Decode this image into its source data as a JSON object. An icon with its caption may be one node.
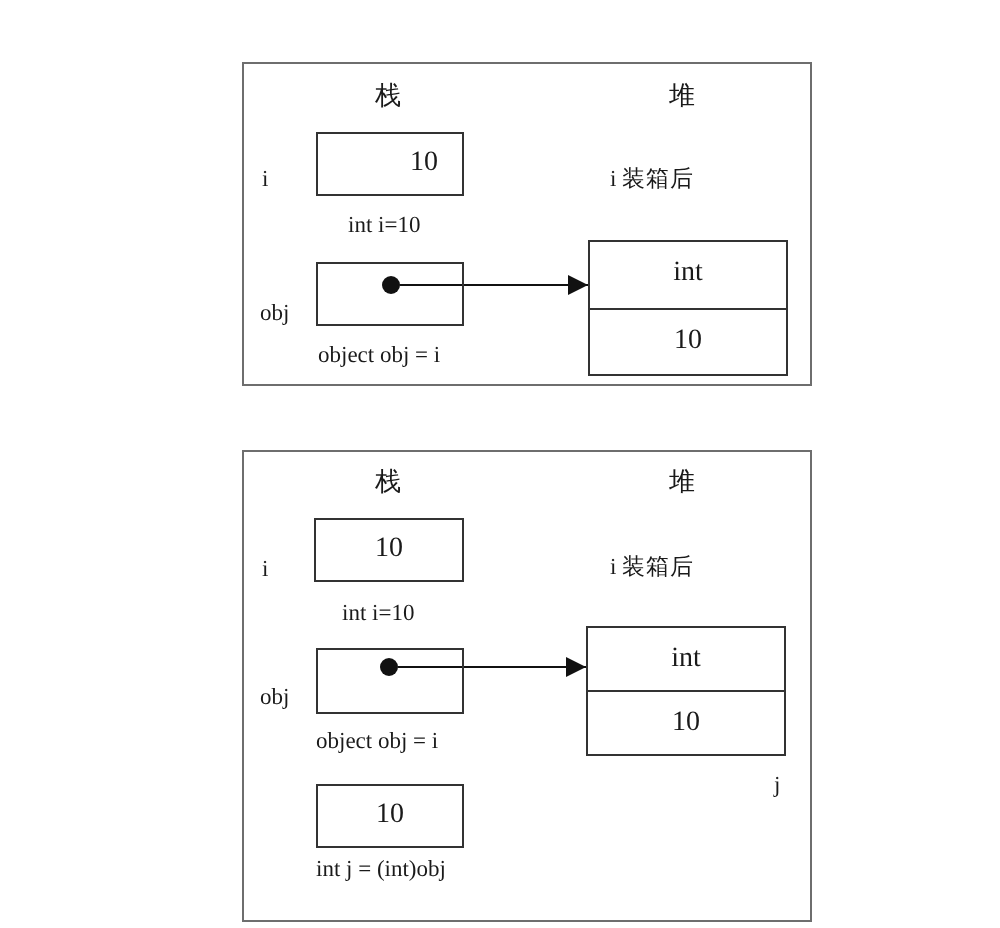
{
  "diagram": {
    "nodes": [
      {
        "text": [
          "栈",
          "堆"
        ]
      },
      {
        "text": [
          "10"
        ],
        "in": 0,
        "beside": [
          "i",
          "int i=10"
        ]
      },
      {
        "text": [],
        "shape": "box",
        "in": 0,
        "beside": [
          "obj",
          "object obj = i"
        ]
      },
      {
        "text": [],
        "shape": "circle",
        "in": 2
      },
      {
        "text": [
          "int",
          "10"
        ],
        "in": 0,
        "beside": [
          "i 装箱后"
        ]
      },
      {
        "text": [
          "栈",
          "堆"
        ]
      },
      {
        "text": [
          "10"
        ],
        "in": 5,
        "beside": [
          "i",
          "int i=10"
        ]
      },
      {
        "text": [],
        "shape": "box",
        "in": 5,
        "beside": [
          "obj",
          "object obj = i"
        ]
      },
      {
        "text": [],
        "shape": "circle",
        "in": 7
      },
      {
        "text": [
          "int",
          "10"
        ],
        "in": 5,
        "beside": [
          "i 装箱后"
        ]
      },
      {
        "text": [
          "10"
        ],
        "in": 5,
        "beside": [
          "int j = (int)obj"
        ]
      }
    ],
    "edges": [
      {
        "from": 3,
        "to": 4,
        "arrow": "to"
      },
      {
        "from": 8,
        "to": 9,
        "arrow": "to"
      }
    ],
    "labels": [
      "j"
    ]
  }
}
